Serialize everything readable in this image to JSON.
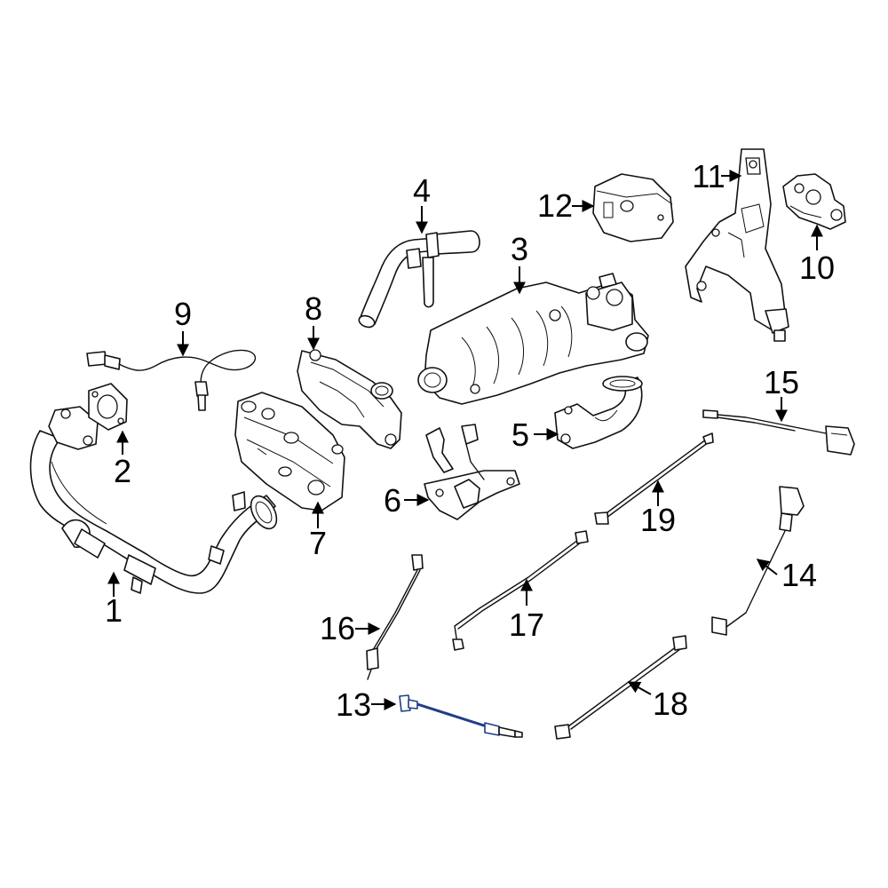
{
  "diagram": {
    "callouts": {
      "p1": "1",
      "p2": "2",
      "p3": "3",
      "p4": "4",
      "p5": "5",
      "p6": "6",
      "p7": "7",
      "p8": "8",
      "p9": "9",
      "p10": "10",
      "p11": "11",
      "p12": "12",
      "p13": "13",
      "p14": "14",
      "p15": "15",
      "p16": "16",
      "p17": "17",
      "p18": "18",
      "p19": "19"
    },
    "highlighted_part": "13",
    "colors": {
      "line": "#111111",
      "highlight": "#1f3c88",
      "background": "#ffffff"
    }
  }
}
